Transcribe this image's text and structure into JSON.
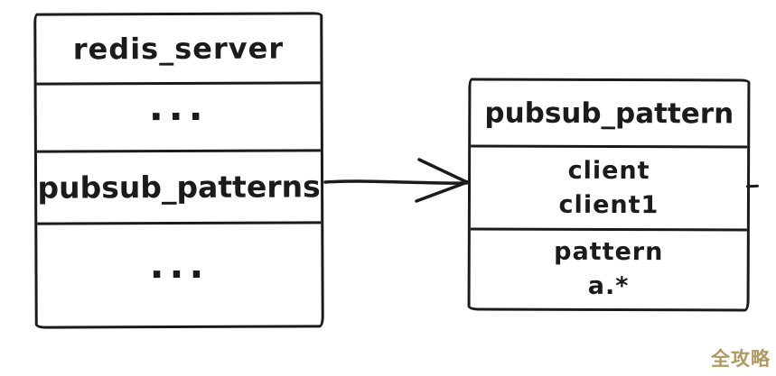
{
  "left_struct": {
    "title": "redis_server",
    "rows": [
      "...",
      "pubsub_patterns",
      "..."
    ]
  },
  "right_struct": {
    "title": "pubsub_pattern",
    "rows": [
      {
        "lines": [
          "client",
          "client1"
        ]
      },
      {
        "lines": [
          "pattern",
          "a.*"
        ]
      }
    ]
  },
  "arrow": {
    "from": "pubsub_patterns",
    "to": "pubsub_pattern",
    "color": "#1b1b1b"
  },
  "watermark": {
    "text": "全攻略",
    "color": "#b09963"
  },
  "colors": {
    "stroke": "#1b1b1b",
    "background": "#ffffff"
  }
}
